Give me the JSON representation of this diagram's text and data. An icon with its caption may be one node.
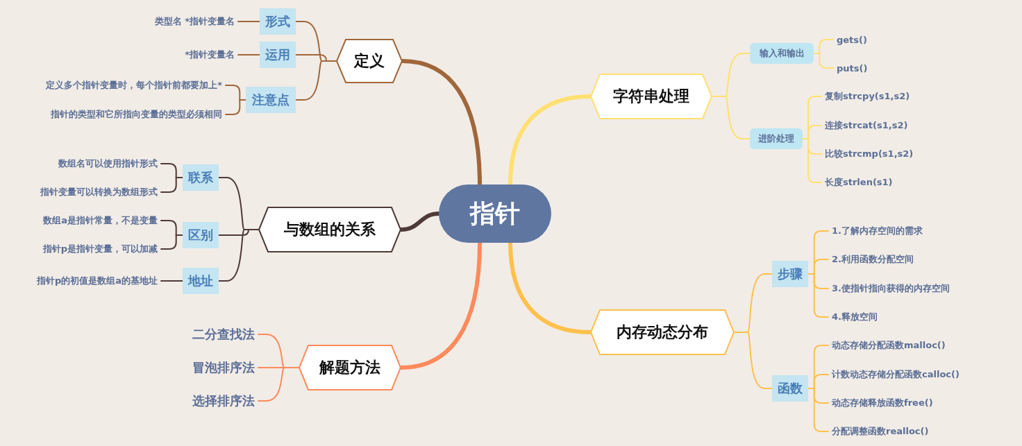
{
  "diagram": {
    "nodes": [
      {
        "text": [
          "指针"
        ]
      },
      {
        "text": [
          "定义"
        ]
      },
      {
        "text": [
          "形式"
        ]
      },
      {
        "text": [
          "类型名  *指针变量名"
        ]
      },
      {
        "text": [
          "运用"
        ]
      },
      {
        "text": [
          "*指针变量名"
        ]
      },
      {
        "text": [
          "注意点"
        ]
      },
      {
        "text": [
          "定义多个指针变量时，每个指针前都要加上*"
        ]
      },
      {
        "text": [
          "指针的类型和它所指向变量的类型必须相同"
        ]
      },
      {
        "text": [
          "与数组的关系"
        ]
      },
      {
        "text": [
          "联系"
        ]
      },
      {
        "text": [
          "数组名可以使用指针形式"
        ]
      },
      {
        "text": [
          "指针变量可以转换为数组形式"
        ]
      },
      {
        "text": [
          "区别"
        ]
      },
      {
        "text": [
          "数组a是指针常量，不是变量"
        ]
      },
      {
        "text": [
          "指针p是指针变量，可以加减"
        ]
      },
      {
        "text": [
          "地址"
        ]
      },
      {
        "text": [
          "指针p的初值是数组a的基地址"
        ]
      },
      {
        "text": [
          "解题方法"
        ]
      },
      {
        "text": [
          "二分查找法"
        ]
      },
      {
        "text": [
          "冒泡排序法"
        ]
      },
      {
        "text": [
          "选择排序法"
        ]
      },
      {
        "text": [
          "字符串处理"
        ]
      },
      {
        "text": [
          "输入和输出"
        ]
      },
      {
        "text": [
          "gets()"
        ]
      },
      {
        "text": [
          "puts()"
        ]
      },
      {
        "text": [
          "进阶处理"
        ]
      },
      {
        "text": [
          "复制strcpy(s1,s2)"
        ]
      },
      {
        "text": [
          "连接strcat(s1,s2)"
        ]
      },
      {
        "text": [
          "比较strcmp(s1,s2)"
        ]
      },
      {
        "text": [
          "长度strlen(s1)"
        ]
      },
      {
        "text": [
          "内存动态分布"
        ]
      },
      {
        "text": [
          "步骤"
        ]
      },
      {
        "text": [
          "1.了解内存空间的需求"
        ]
      },
      {
        "text": [
          "2.利用函数分配空间"
        ]
      },
      {
        "text": [
          "3.使指针指向获得的内存空间"
        ]
      },
      {
        "text": [
          "4.释放空间"
        ]
      },
      {
        "text": [
          "函数"
        ]
      },
      {
        "text": [
          "动态存储分配函数malloc()"
        ]
      },
      {
        "text": [
          "计数动态存储分配函数calloc()"
        ]
      },
      {
        "text": [
          "动态存储释放函数free()"
        ]
      },
      {
        "text": [
          "分配调整函数realloc()"
        ]
      }
    ],
    "edges": [
      {
        "from": 0,
        "to": 1,
        "arrow": "none",
        "style": "thick",
        "color": "#a0663a"
      },
      {
        "from": 1,
        "to": 2,
        "arrow": "none",
        "color": "#a0663a"
      },
      {
        "from": 2,
        "to": 3,
        "arrow": "none",
        "color": "#a0663a"
      },
      {
        "from": 1,
        "to": 4,
        "arrow": "none",
        "color": "#a0663a"
      },
      {
        "from": 4,
        "to": 5,
        "arrow": "none",
        "color": "#a0663a"
      },
      {
        "from": 1,
        "to": 6,
        "arrow": "none",
        "color": "#a0663a"
      },
      {
        "from": 6,
        "to": 7,
        "arrow": "none",
        "color": "#a0663a"
      },
      {
        "from": 6,
        "to": 8,
        "arrow": "none",
        "color": "#a0663a"
      },
      {
        "from": 0,
        "to": 9,
        "arrow": "none",
        "style": "thick",
        "color": "#4e3a36"
      },
      {
        "from": 9,
        "to": 10,
        "arrow": "none",
        "color": "#4e3a36"
      },
      {
        "from": 10,
        "to": 11,
        "arrow": "none",
        "color": "#4e3a36"
      },
      {
        "from": 10,
        "to": 12,
        "arrow": "none",
        "color": "#4e3a36"
      },
      {
        "from": 9,
        "to": 13,
        "arrow": "none",
        "color": "#4e3a36"
      },
      {
        "from": 13,
        "to": 14,
        "arrow": "none",
        "color": "#4e3a36"
      },
      {
        "from": 13,
        "to": 15,
        "arrow": "none",
        "color": "#4e3a36"
      },
      {
        "from": 9,
        "to": 16,
        "arrow": "none",
        "color": "#4e3a36"
      },
      {
        "from": 16,
        "to": 17,
        "arrow": "none",
        "color": "#4e3a36"
      },
      {
        "from": 0,
        "to": 18,
        "arrow": "none",
        "style": "thick",
        "color": "#ff8a5c"
      },
      {
        "from": 18,
        "to": 19,
        "arrow": "none",
        "color": "#ff8a5c"
      },
      {
        "from": 18,
        "to": 20,
        "arrow": "none",
        "color": "#ff8a5c"
      },
      {
        "from": 18,
        "to": 21,
        "arrow": "none",
        "color": "#ff8a5c"
      },
      {
        "from": 0,
        "to": 22,
        "arrow": "none",
        "style": "thick",
        "color": "#ffe070"
      },
      {
        "from": 22,
        "to": 23,
        "arrow": "none",
        "color": "#ffe070"
      },
      {
        "from": 23,
        "to": 24,
        "arrow": "none",
        "color": "#ffe070"
      },
      {
        "from": 23,
        "to": 25,
        "arrow": "none",
        "color": "#ffe070"
      },
      {
        "from": 22,
        "to": 26,
        "arrow": "none",
        "color": "#ffe070"
      },
      {
        "from": 26,
        "to": 27,
        "arrow": "none",
        "color": "#ffe070"
      },
      {
        "from": 26,
        "to": 28,
        "arrow": "none",
        "color": "#ffe070"
      },
      {
        "from": 26,
        "to": 29,
        "arrow": "none",
        "color": "#ffe070"
      },
      {
        "from": 26,
        "to": 30,
        "arrow": "none",
        "color": "#ffe070"
      },
      {
        "from": 0,
        "to": 31,
        "arrow": "none",
        "style": "thick",
        "color": "#ffc04d"
      },
      {
        "from": 31,
        "to": 32,
        "arrow": "none",
        "color": "#ffc04d"
      },
      {
        "from": 32,
        "to": 33,
        "arrow": "none",
        "color": "#ffc04d"
      },
      {
        "from": 32,
        "to": 34,
        "arrow": "none",
        "color": "#ffc04d"
      },
      {
        "from": 32,
        "to": 35,
        "arrow": "none",
        "color": "#ffc04d"
      },
      {
        "from": 32,
        "to": 36,
        "arrow": "none",
        "color": "#ffc04d"
      },
      {
        "from": 31,
        "to": 37,
        "arrow": "none",
        "color": "#ffc04d"
      },
      {
        "from": 37,
        "to": 38,
        "arrow": "none",
        "color": "#ffc04d"
      },
      {
        "from": 37,
        "to": 39,
        "arrow": "none",
        "color": "#ffc04d"
      },
      {
        "from": 37,
        "to": 40,
        "arrow": "none",
        "color": "#ffc04d"
      },
      {
        "from": 37,
        "to": 41,
        "arrow": "none",
        "color": "#ffc04d"
      }
    ]
  }
}
